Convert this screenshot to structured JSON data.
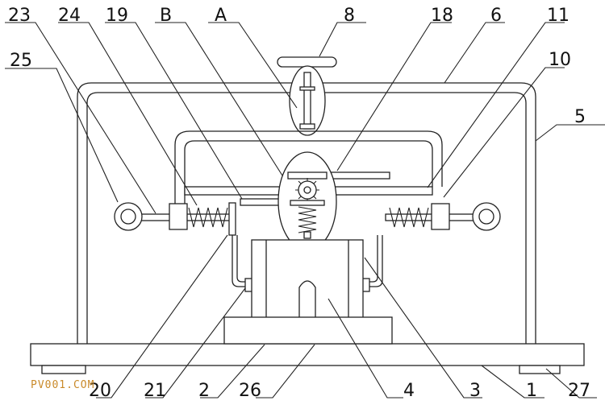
{
  "diagram": {
    "top_labels": [
      "23",
      "24",
      "19",
      "B",
      "A",
      "8",
      "18",
      "6",
      "11"
    ],
    "side_labels": [
      "25",
      "10",
      "5"
    ],
    "bottom_labels": [
      "20",
      "21",
      "2",
      "26",
      "4",
      "3",
      "1",
      "27"
    ],
    "watermark": "PV001.COM",
    "colors": {
      "line": "#222222",
      "background": "#ffffff",
      "watermark": "#c98a2a"
    }
  }
}
